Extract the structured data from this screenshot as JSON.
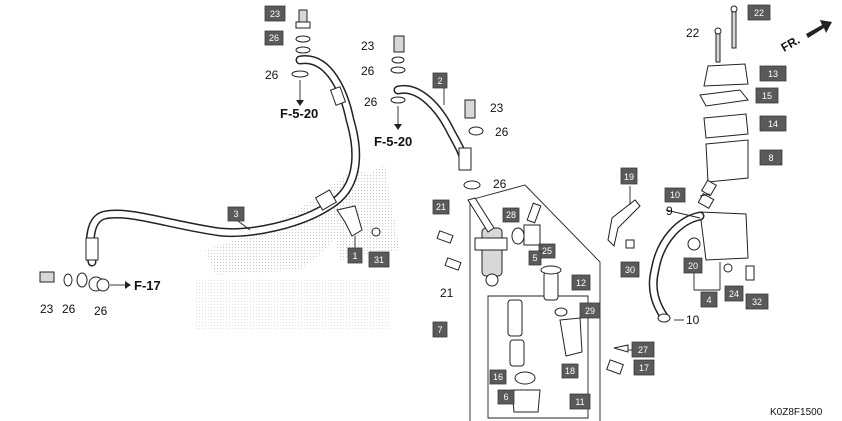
{
  "diagram": {
    "code": "K0Z8F1500",
    "direction_label": "FR.",
    "refs": {
      "f520a": "F-5-20",
      "f520b": "F-5-20",
      "f17": "F-17"
    },
    "box_labels": {
      "b23": "23",
      "b26": "26",
      "b3": "3",
      "b2": "2",
      "b1": "1",
      "b31": "31",
      "b21": "21",
      "b28": "28",
      "b25": "25",
      "b5": "5",
      "b12": "12",
      "b29": "29",
      "b7": "7",
      "b16": "16",
      "b6": "6",
      "b11": "11",
      "b18": "18",
      "b22": "22",
      "b13": "13",
      "b15": "15",
      "b14": "14",
      "b8": "8",
      "b19": "19",
      "b10": "10",
      "b9": "9",
      "b30": "30",
      "b20": "20",
      "b4": "4",
      "b24": "24",
      "b32": "32",
      "b27": "27",
      "b17": "17"
    },
    "plain_labels": {
      "p23a": "23",
      "p26a": "26",
      "p26b": "26",
      "p23b": "23",
      "p26c": "26",
      "p26d": "26",
      "p23c": "23",
      "p26e": "26",
      "p26f": "26",
      "p21": "21",
      "p23d": "23",
      "p26g": "26",
      "p26h": "26",
      "p22": "22",
      "p10": "10"
    }
  }
}
